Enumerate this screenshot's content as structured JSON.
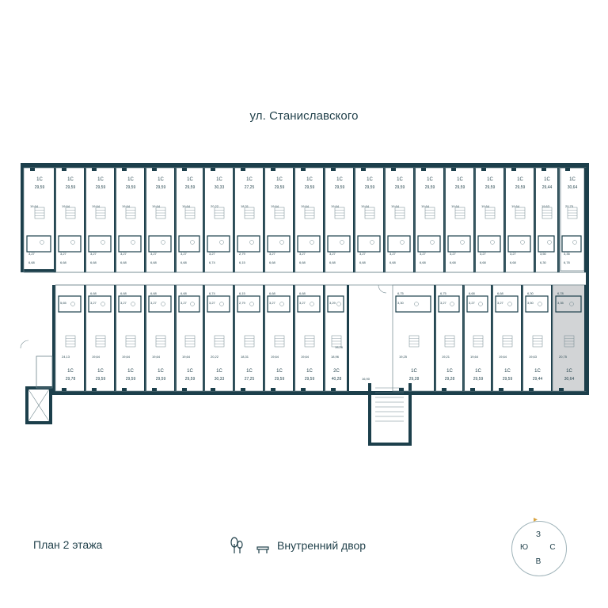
{
  "street_label": "ул. Станиславского",
  "floor_label": "План 2 этажа",
  "courtyard_label": "Внутренний двор",
  "compass": {
    "north": "З",
    "west": "Ю",
    "east": "С",
    "south": "В"
  },
  "colors": {
    "wall": "#1c3f4b",
    "text": "#1f3f49",
    "thin": "#6f868d",
    "highlight": "#d2d4d6",
    "compass_arrow": "#d9a441"
  },
  "icons": [
    "tree-icon",
    "bench-icon",
    "compass-icon"
  ],
  "top_row": [
    {
      "type": "1С",
      "area": "29,59",
      "room": "19,64",
      "bath": "3,27",
      "hall": "6,68"
    },
    {
      "type": "1С",
      "area": "29,59",
      "room": "19,64",
      "bath": "3,27",
      "hall": "6,68"
    },
    {
      "type": "1С",
      "area": "29,59",
      "room": "19,64",
      "bath": "3,27",
      "hall": "6,68"
    },
    {
      "type": "1С",
      "area": "29,59",
      "room": "19,64",
      "bath": "3,27",
      "hall": "6,68"
    },
    {
      "type": "1С",
      "area": "29,59",
      "room": "19,64",
      "bath": "3,27",
      "hall": "6,68"
    },
    {
      "type": "1С",
      "area": "29,59",
      "room": "19,64",
      "bath": "3,27",
      "hall": "6,68"
    },
    {
      "type": "1С",
      "area": "30,33",
      "room": "20,22",
      "bath": "3,27",
      "hall": "6,74"
    },
    {
      "type": "1С",
      "area": "27,25",
      "room": "18,31",
      "bath": "2,79",
      "hall": "6,15"
    },
    {
      "type": "1С",
      "area": "29,59",
      "room": "19,64",
      "bath": "3,27",
      "hall": "6,68"
    },
    {
      "type": "1С",
      "area": "29,59",
      "room": "19,64",
      "bath": "3,27",
      "hall": "6,68"
    },
    {
      "type": "1С",
      "area": "29,59",
      "room": "19,64",
      "bath": "3,27",
      "hall": "6,68"
    },
    {
      "type": "1С",
      "area": "29,59",
      "room": "19,64",
      "bath": "3,27",
      "hall": "6,68"
    },
    {
      "type": "1С",
      "area": "29,59",
      "room": "19,64",
      "bath": "3,27",
      "hall": "6,68"
    },
    {
      "type": "1С",
      "area": "29,59",
      "room": "19,64",
      "bath": "3,27",
      "hall": "6,68"
    },
    {
      "type": "1С",
      "area": "29,59",
      "room": "19,64",
      "bath": "3,27",
      "hall": "6,68"
    },
    {
      "type": "1С",
      "area": "29,59",
      "room": "19,64",
      "bath": "3,27",
      "hall": "6,68"
    },
    {
      "type": "1С",
      "area": "29,59",
      "room": "19,64",
      "bath": "3,27",
      "hall": "6,68"
    },
    {
      "type": "1С",
      "area": "29,44",
      "room": "19,63",
      "bath": "3,50",
      "hall": "6,30"
    },
    {
      "type": "1С",
      "area": "30,64",
      "room": "20,75",
      "bath": "3,35",
      "hall": "6,78"
    }
  ],
  "bottom_row": [
    {
      "type": "1С",
      "area": "29,78",
      "room": "24,13",
      "bath": "5,65",
      "hall": ""
    },
    {
      "type": "1С",
      "area": "29,59",
      "room": "19,64",
      "bath": "3,27",
      "hall": "6,68"
    },
    {
      "type": "1С",
      "area": "29,59",
      "room": "19,64",
      "bath": "3,27",
      "hall": "6,68"
    },
    {
      "type": "1С",
      "area": "29,59",
      "room": "19,64",
      "bath": "3,27",
      "hall": "6,68"
    },
    {
      "type": "1С",
      "area": "29,59",
      "room": "19,64",
      "bath": "3,27",
      "hall": "6,68"
    },
    {
      "type": "1С",
      "area": "30,33",
      "room": "20,22",
      "bath": "3,27",
      "hall": "6,74"
    },
    {
      "type": "1С",
      "area": "27,25",
      "room": "18,31",
      "bath": "2,79",
      "hall": "6,15"
    },
    {
      "type": "1С",
      "area": "29,59",
      "room": "19,64",
      "bath": "3,27",
      "hall": "6,68"
    },
    {
      "type": "1С",
      "area": "29,59",
      "room": "19,64",
      "bath": "3,27",
      "hall": "6,68"
    },
    {
      "type": "2С",
      "area": "40,28",
      "room": "18,96",
      "bath": "3,29",
      "hall": ""
    },
    {
      "type": "1С",
      "area": "29,28",
      "room": "19,25",
      "bath": "3,30",
      "hall": "6,75"
    },
    {
      "type": "1С",
      "area": "29,28",
      "room": "19,21",
      "bath": "3,27",
      "hall": "6,75"
    },
    {
      "type": "1С",
      "area": "29,59",
      "room": "19,64",
      "bath": "3,27",
      "hall": "6,68"
    },
    {
      "type": "1С",
      "area": "29,59",
      "room": "19,64",
      "bath": "3,27",
      "hall": "6,68"
    },
    {
      "type": "1С",
      "area": "29,44",
      "room": "19,63",
      "bath": "3,50",
      "hall": "6,30"
    },
    {
      "type": "1С",
      "area": "30,64",
      "room": "20,75",
      "bath": "3,35",
      "hall": "6,78"
    }
  ],
  "extra_labels": {
    "corridor_room": "16,90",
    "kitchen_2c": "19,26"
  }
}
